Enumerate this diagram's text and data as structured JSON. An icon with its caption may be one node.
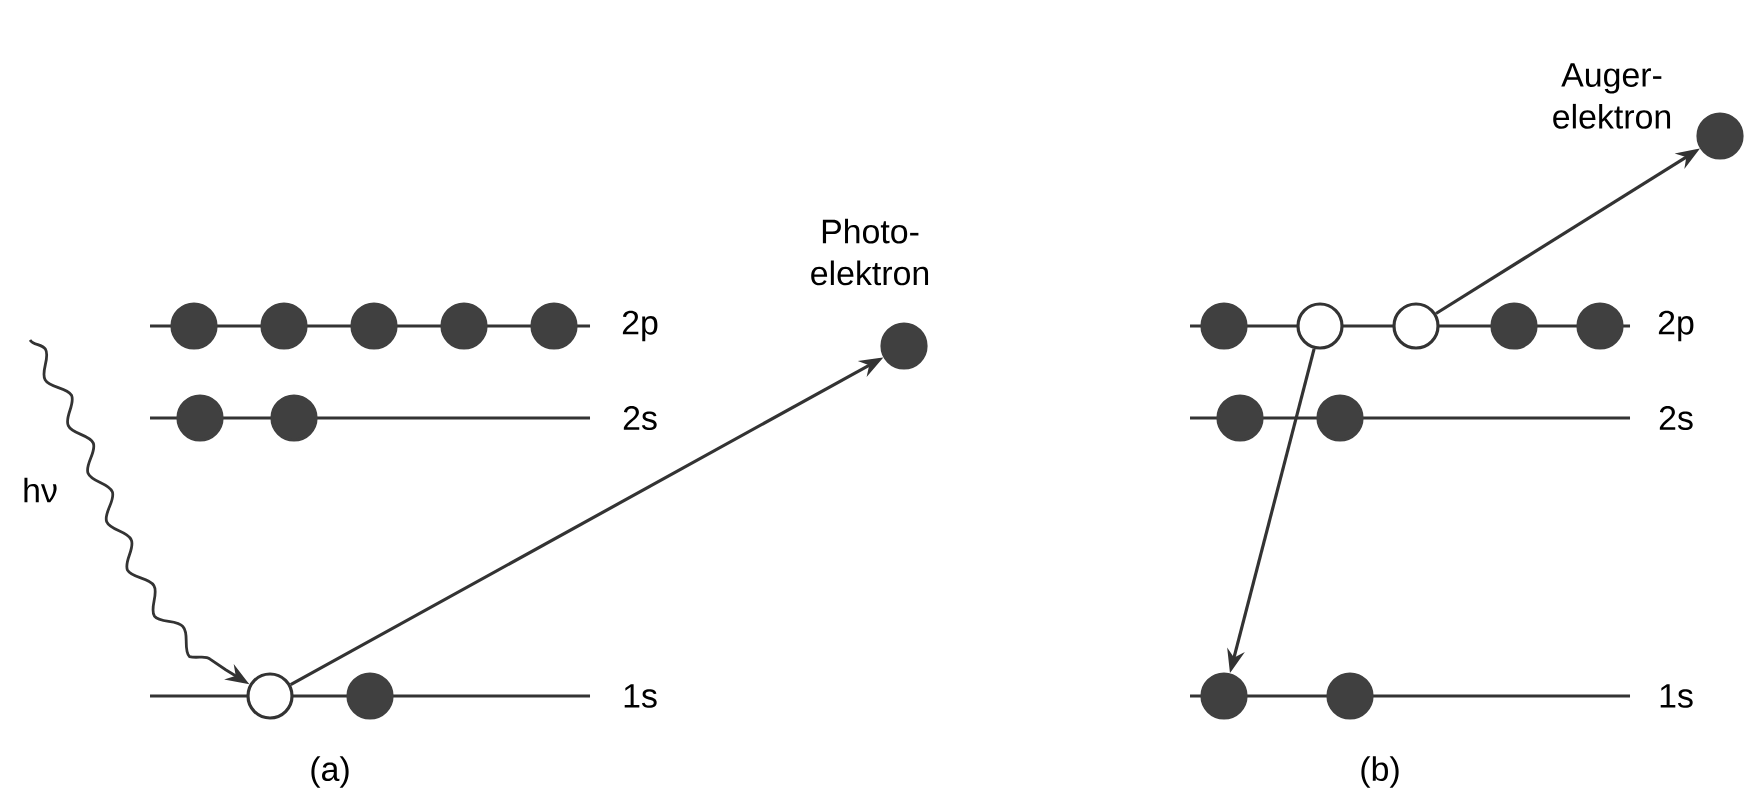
{
  "diagram": {
    "nodes": [
      {
        "text": [],
        "shape": "circle"
      },
      {
        "text": [],
        "shape": "circle"
      },
      {
        "text": [],
        "shape": "circle"
      },
      {
        "text": [],
        "shape": "circle"
      },
      {
        "text": [],
        "shape": "circle"
      },
      {
        "text": [],
        "shape": "circle"
      },
      {
        "text": [],
        "shape": "circle"
      },
      {
        "text": [],
        "shape": "circle"
      },
      {
        "text": [],
        "shape": "circle"
      },
      {
        "text": [
          "Photo- elektron"
        ]
      },
      {
        "text": [
          "Auger- elektron"
        ]
      },
      {
        "text": [],
        "shape": "circle"
      },
      {
        "text": [],
        "shape": "circle"
      },
      {
        "text": [],
        "shape": "circle"
      },
      {
        "text": [],
        "shape": "circle"
      },
      {
        "text": [],
        "shape": "circle"
      },
      {
        "text": [],
        "shape": "circle"
      },
      {
        "text": [],
        "shape": "circle"
      },
      {
        "text": [],
        "shape": "circle"
      },
      {
        "text": [],
        "shape": "circle"
      }
    ],
    "edges": [
      {
        "from": null,
        "to": 7,
        "arrow": "to",
        "label": "hν"
      },
      {
        "from": 7,
        "to": 9,
        "arrow": "to"
      },
      {
        "from": 12,
        "to": 18,
        "arrow": "to"
      },
      {
        "from": 13,
        "to": 10,
        "arrow": "to"
      }
    ],
    "labels": [
      "2p",
      "2s",
      "1s",
      "(a)",
      "2p",
      "2s",
      "1s",
      "(b)"
    ]
  }
}
